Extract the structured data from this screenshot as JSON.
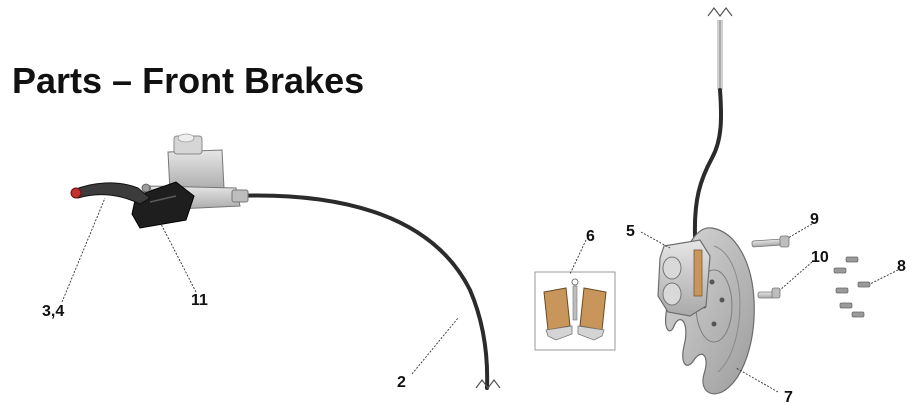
{
  "page": {
    "title": "Parts – Front Brakes"
  },
  "callouts": {
    "lever": "3,4",
    "master_cylinder_cover": "11",
    "brake_line": "2",
    "pads": "6",
    "caliper": "5",
    "disc": "7",
    "bolt_long": "9",
    "bolt_short": "10",
    "disc_screws": "8"
  },
  "colors": {
    "line": "#2b2b2b",
    "metal": "#c9c9c9",
    "dark": "#1e1e1e",
    "pad": "#c8955a",
    "lever_tip": "#c23030"
  }
}
